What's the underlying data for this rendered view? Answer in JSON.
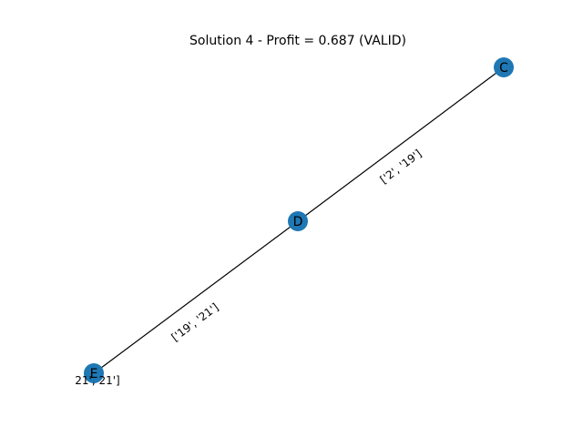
{
  "title": "Solution 4 - Profit = 0.687 (VALID)",
  "node_color": "#1f77b4",
  "edge_color": "#000000",
  "nodes": {
    "c": {
      "label": "C"
    },
    "d": {
      "label": "D"
    },
    "e": {
      "label": "E"
    }
  },
  "edges": {
    "c_d": {
      "from": "C",
      "to": "D",
      "label": "['2', '19']"
    },
    "d_e": {
      "from": "D",
      "to": "E",
      "label": "['19', '21']"
    }
  },
  "stray_label": "21', 21']"
}
